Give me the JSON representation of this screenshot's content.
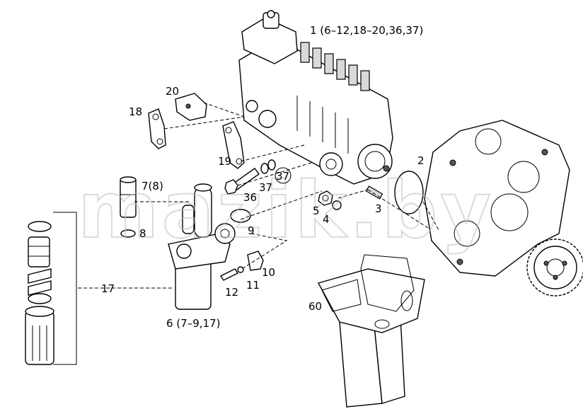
{
  "diagram": {
    "labels": {
      "p1": "1 (6–12,18–20,36,37)",
      "p2": "2",
      "p3": "3",
      "p4": "4",
      "p5": "5",
      "p6": "6 (7–9,17)",
      "p7": "7(8)",
      "p8": "8",
      "p9": "9",
      "p10": "10",
      "p11": "11",
      "p12": "12",
      "p17": "17",
      "p18": "18",
      "p19": "19",
      "p20": "20",
      "p36": "36",
      "p37": "37",
      "p37c": "37",
      "p60": "60"
    },
    "watermark": "mazik.by"
  }
}
